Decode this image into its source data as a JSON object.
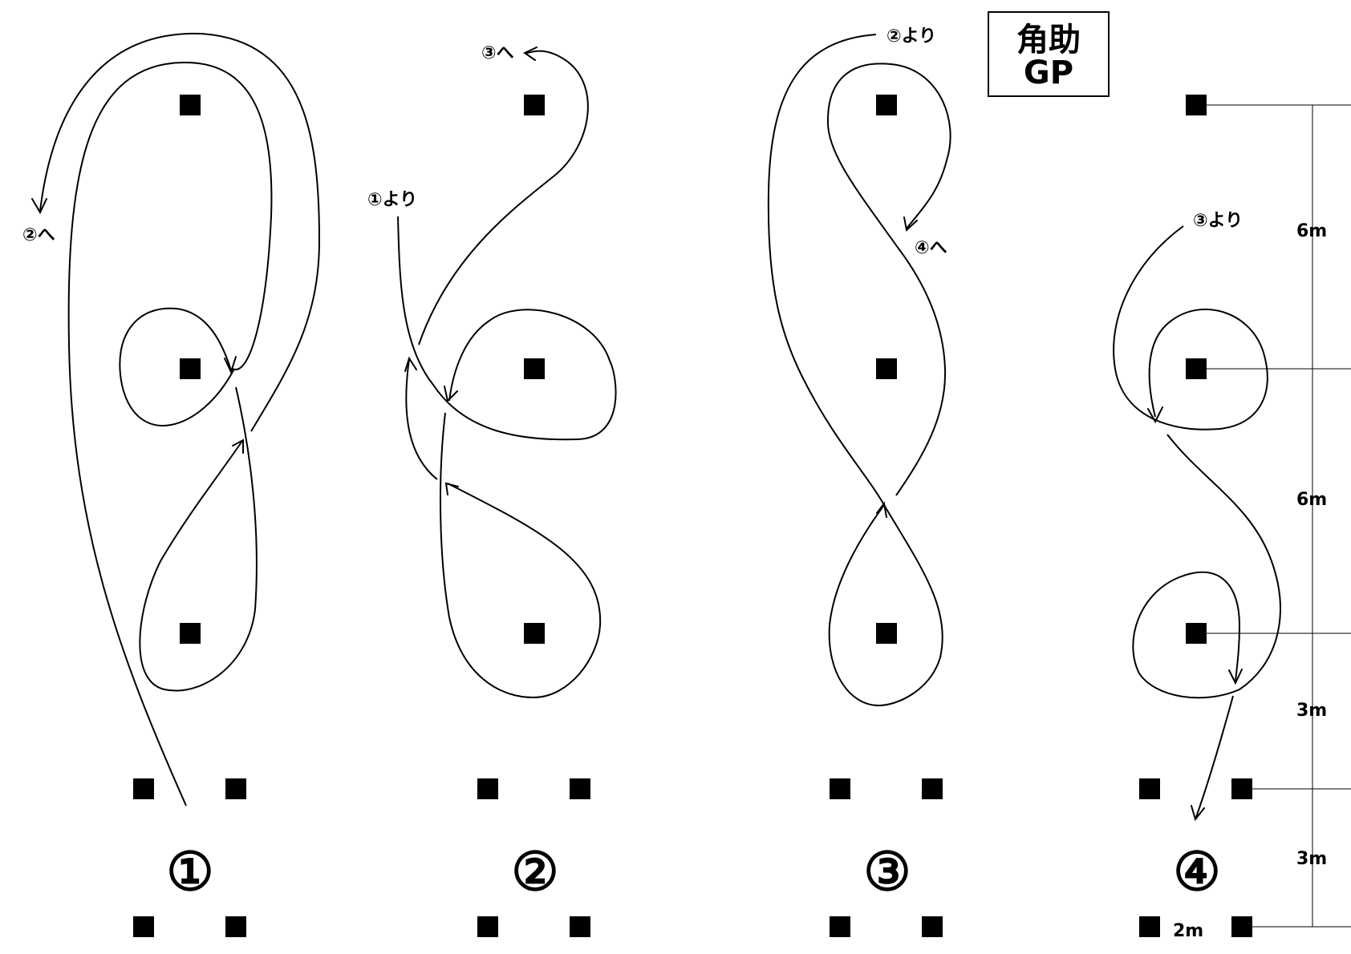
{
  "title": {
    "line1": "角助",
    "line2": "GP"
  },
  "diagrams": [
    {
      "number": "①",
      "notes": [
        "②へ"
      ]
    },
    {
      "number": "②",
      "notes": [
        "①より",
        "③へ"
      ]
    },
    {
      "number": "③",
      "notes": [
        "②より",
        "④へ"
      ]
    },
    {
      "number": "④",
      "notes": [
        "③より"
      ]
    }
  ],
  "dimensions": {
    "right": [
      "6m",
      "6m",
      "3m",
      "3m"
    ],
    "bottom": "2m"
  },
  "colors": {
    "ink": "#000000",
    "background": "#ffffff"
  }
}
